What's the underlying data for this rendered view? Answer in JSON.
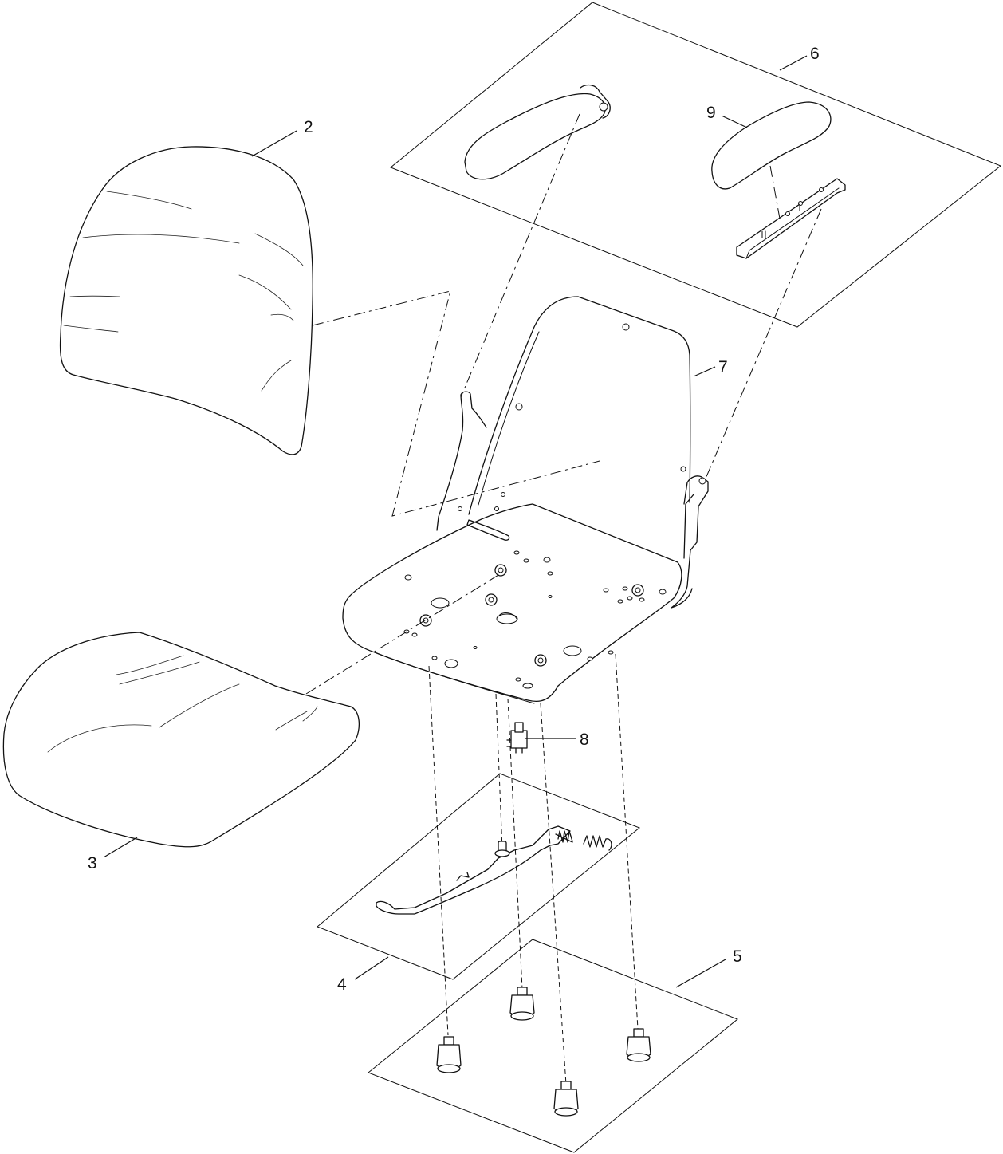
{
  "callouts": [
    {
      "id": "2",
      "label": "2"
    },
    {
      "id": "3",
      "label": "3"
    },
    {
      "id": "4",
      "label": "4"
    },
    {
      "id": "5",
      "label": "5"
    },
    {
      "id": "6",
      "label": "6"
    },
    {
      "id": "7",
      "label": "7"
    },
    {
      "id": "8",
      "label": "8"
    },
    {
      "id": "9",
      "label": "9"
    }
  ]
}
